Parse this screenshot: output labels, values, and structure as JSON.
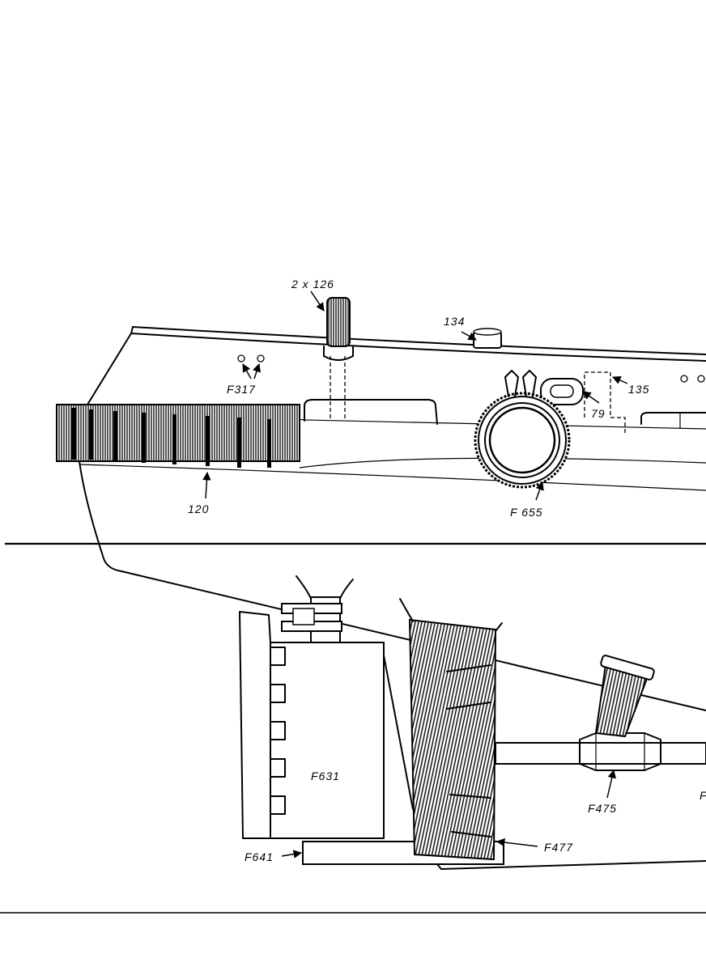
{
  "labels": {
    "count_126": "2 x 126",
    "p134": "134",
    "p135": "135",
    "pF317": "F317",
    "p79": "79",
    "p120": "120",
    "pF655": "F 655",
    "pF631": "F631",
    "pF475": "F475",
    "pF477": "F477",
    "pF641": "F641",
    "pF_cut": "F"
  },
  "style": {
    "ink": "#000000",
    "paper": "#ffffff"
  }
}
